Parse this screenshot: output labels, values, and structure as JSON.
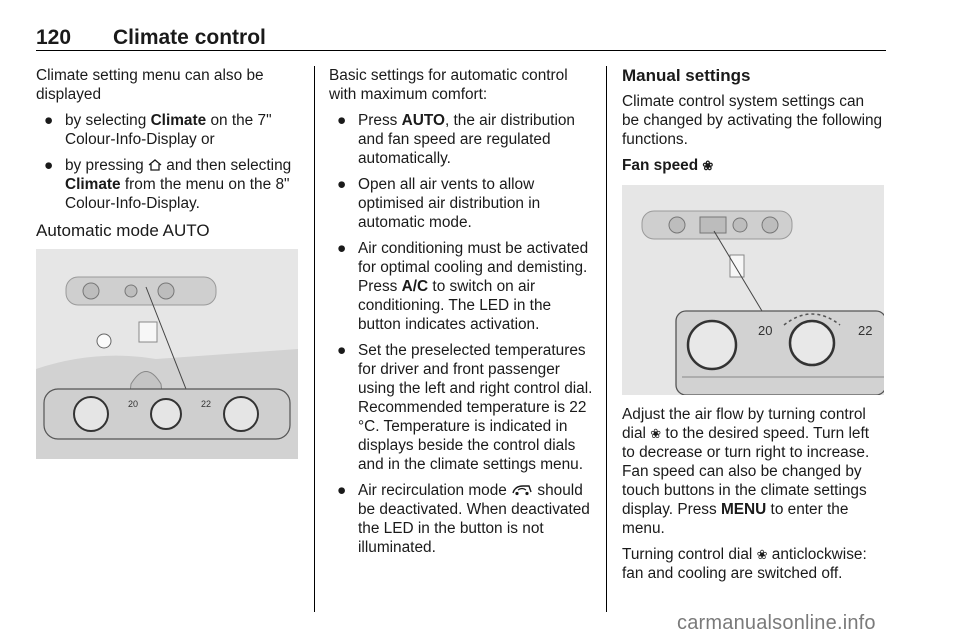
{
  "header": {
    "page_number": "120",
    "title": "Climate control"
  },
  "col1": {
    "intro": "Climate setting menu can also be displayed",
    "item1_pre": "by selecting ",
    "item1_bold": "Climate",
    "item1_post": " on the 7\" Colour-Info-Display or",
    "item2_pre": "by pressing ",
    "item2_icon": "home-icon",
    "item2_mid": " and then selecting ",
    "item2_bold": "Climate",
    "item2_post": " from the menu on the 8\" Colour-Info-Display.",
    "heading": "Automatic mode AUTO",
    "panel_left_temp": "20",
    "panel_right_temp": "22"
  },
  "col2": {
    "intro": "Basic settings for automatic control with maximum comfort:",
    "b1_pre": "Press ",
    "b1_bold": "AUTO",
    "b1_post": ", the air distribution and fan speed are regulated automatically.",
    "b2": "Open all air vents to allow optimised air distribution in automatic mode.",
    "b3_pre": "Air conditioning must be activated for optimal cooling and demisting. Press ",
    "b3_bold": "A/C",
    "b3_post": " to switch on air conditioning. The LED in the button indicates activation.",
    "b4": "Set the preselected temperatures for driver and front passenger using the left and right control dial. Recommended temperature is 22 °C. Temperature is indicated in displays beside the control dials and in the climate settings menu.",
    "b5_pre": "Air recirculation mode ",
    "b5_icon": "recirculation-icon",
    "b5_post": " should be deactivated. When deactivated the LED in the button is not illuminated."
  },
  "col3": {
    "heading": "Manual settings",
    "intro": "Climate control system settings can be changed by activating the following functions.",
    "subheading": "Fan speed",
    "subheading_icon": "fan-icon",
    "panel_left_temp": "20",
    "panel_right_temp": "22",
    "p1_pre": "Adjust the air flow by turning control dial ",
    "p1_icon": "fan-icon",
    "p1_post": " to the desired speed. Turn left to decrease or turn right to increase. Fan speed can also be changed by touch buttons in the climate settings display. Press ",
    "p1_bold": "MENU",
    "p1_end": " to enter the menu.",
    "p2_pre": "Turning control dial ",
    "p2_icon": "fan-icon",
    "p2_post": " anticlockwise: fan and cooling are switched off."
  },
  "watermark": "carmanualsonline.info"
}
